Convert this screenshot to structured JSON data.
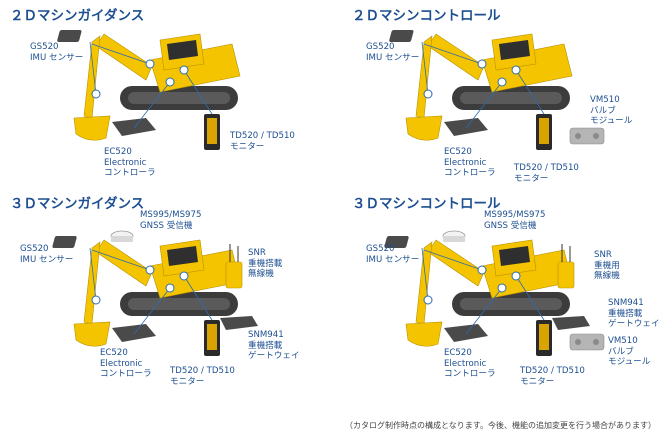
{
  "colors": {
    "accent": "#1d4f91",
    "machine": "#f5c400",
    "track": "#3c3c3c",
    "device": "#4a4a4a",
    "gray_device": "#b5b5b5"
  },
  "footnote": "（カタログ制作時点の構成となります。今後、機能の追加変更を行う場合があります）",
  "panels": [
    {
      "title": "２Ｄマシンガイダンス",
      "labels": [
        {
          "key": "imu",
          "lines": "GS520\nIMU センサー"
        },
        {
          "key": "ec",
          "lines": "EC520\nElectronic\nコントローラ"
        },
        {
          "key": "td",
          "lines": "TD520 / TD510\nモニター"
        }
      ]
    },
    {
      "title": "２Ｄマシンコントロール",
      "labels": [
        {
          "key": "imu",
          "lines": "GS520\nIMU センサー"
        },
        {
          "key": "vm",
          "lines": "VM510\nバルブ\nモジュール"
        },
        {
          "key": "ec",
          "lines": "EC520\nElectronic\nコントローラ"
        },
        {
          "key": "td",
          "lines": "TD520 / TD510\nモニター"
        }
      ]
    },
    {
      "title": "３Ｄマシンガイダンス",
      "labels": [
        {
          "key": "gnss",
          "lines": "MS995/MS975\nGNSS 受信機"
        },
        {
          "key": "imu",
          "lines": "GS520\nIMU センサー"
        },
        {
          "key": "snr",
          "lines": "SNR\n重機搭載\n無線機"
        },
        {
          "key": "snm",
          "lines": "SNM941\n重機搭載\nゲートウェイ"
        },
        {
          "key": "ec",
          "lines": "EC520\nElectronic\nコントローラ"
        },
        {
          "key": "td",
          "lines": "TD520 / TD510\nモニター"
        }
      ]
    },
    {
      "title": "３Ｄマシンコントロール",
      "labels": [
        {
          "key": "gnss",
          "lines": "MS995/MS975\nGNSS 受信機"
        },
        {
          "key": "imu",
          "lines": "GS520\nIMU センサー"
        },
        {
          "key": "snr",
          "lines": "SNR\n重機用\n無線機"
        },
        {
          "key": "snm",
          "lines": "SNM941\n重機搭載\nゲートウェイ"
        },
        {
          "key": "vm",
          "lines": "VM510\nバルブ\nモジュール"
        },
        {
          "key": "ec",
          "lines": "EC520\nElectronic\nコントローラ"
        },
        {
          "key": "td",
          "lines": "TD520 / TD510\nモニター"
        }
      ]
    }
  ]
}
